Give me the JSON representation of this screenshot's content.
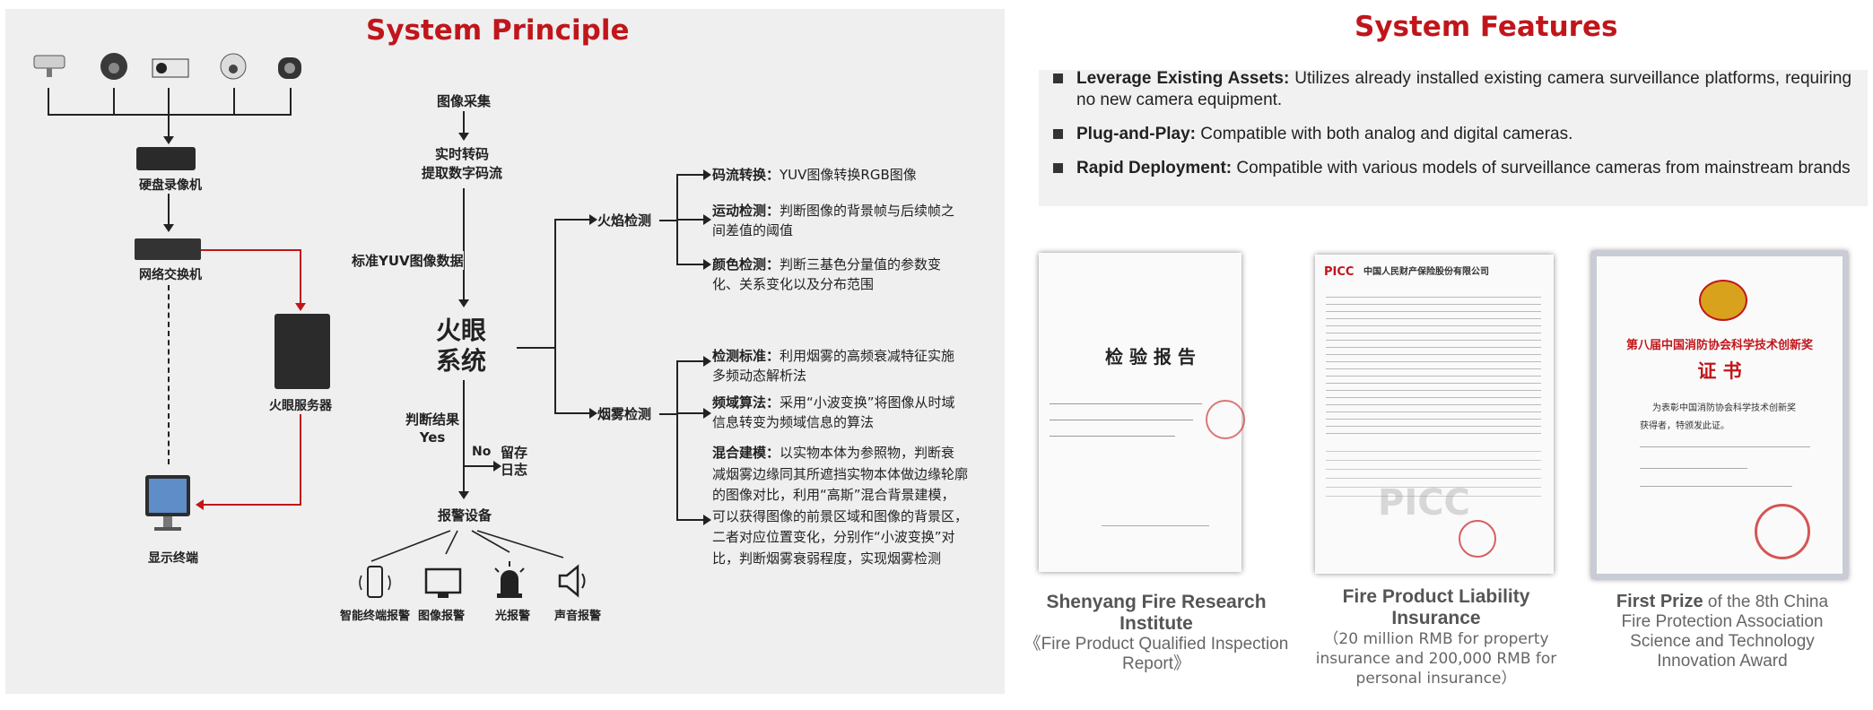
{
  "left": {
    "title": "System Principle",
    "devices": {
      "dvr": "硬盘录像机",
      "switch": "网络交换机",
      "server": "火眼服务器",
      "terminal": "显示终端"
    },
    "flow": {
      "capture": "图像采集",
      "transcode": "实时转码\n提取数字码流",
      "yuv_data": "标准YUV图像数据",
      "system": "火眼\n系统",
      "judge": "判断结果\nYes",
      "no": "No",
      "log": "留存\n日志",
      "alarm_device": "报警设备",
      "fire_detect": "火焰检测",
      "smoke_detect": "烟雾检测"
    },
    "alarms": [
      "智能终端报警",
      "图像报警",
      "光报警",
      "声音报警"
    ],
    "fire_methods": [
      {
        "head": "码流转换：",
        "body": "YUV图像转换RGB图像"
      },
      {
        "head": "运动检测：",
        "body": "判断图像的背景帧与后续帧之间差值的阈值"
      },
      {
        "head": "颜色检测：",
        "body": "判断三基色分量值的参数变化、关系变化以及分布范围"
      }
    ],
    "smoke_methods": [
      {
        "head": "检测标准：",
        "body": "利用烟雾的高频衰减特征实施多频动态解析法"
      },
      {
        "head": "频域算法：",
        "body": "采用“小波变换”将图像从时域信息转变为频域信息的算法"
      },
      {
        "head": "混合建模：",
        "body": "以实物本体为参照物，判断衰减烟雾边缘同其所遮挡实物本体做边缘轮廓的图像对比，利用“高斯”混合背景建模，可以获得图像的前景区域和图像的背景区，二者对应位置变化，分别作“小波变换”对比，判断烟雾衰弱程度，实现烟雾检测"
      }
    ]
  },
  "right": {
    "title": "System Features",
    "features": [
      {
        "head": "Leverage Existing Assets:",
        "body": " Utilizes already installed existing camera surveillance platforms, requiring no new camera equipment."
      },
      {
        "head": "Plug-and-Play:",
        "body": " Compatible with both analog and digital cameras."
      },
      {
        "head": "Rapid Deployment:",
        "body": " Compatible with various models of surveillance cameras from mainstream brands"
      }
    ],
    "docs": {
      "report_title": "检 验 报 告",
      "picc_logo": "PICC",
      "picc_header": "中国人民财产保险股份有限公司",
      "cert_title": "第八届中国消防协会科学技术创新奖",
      "cert_sub": "证 书",
      "cert_line1": "为表彰中国消防协会科学技术创新奖",
      "cert_line2": "获得者，特颁发此证。"
    },
    "captions": [
      {
        "bold": "Shenyang Fire Research Institute",
        "normal": "《Fire Product Qualified Inspection Report》"
      },
      {
        "bold": "Fire Product Liability Insurance",
        "normal": "（20 million RMB for property insurance and 200,000 RMB for personal insurance）"
      },
      {
        "bold": "First Prize",
        "normal_inline": " of the 8th China Fire Protection Association Science and Technology Innovation Award"
      }
    ]
  }
}
